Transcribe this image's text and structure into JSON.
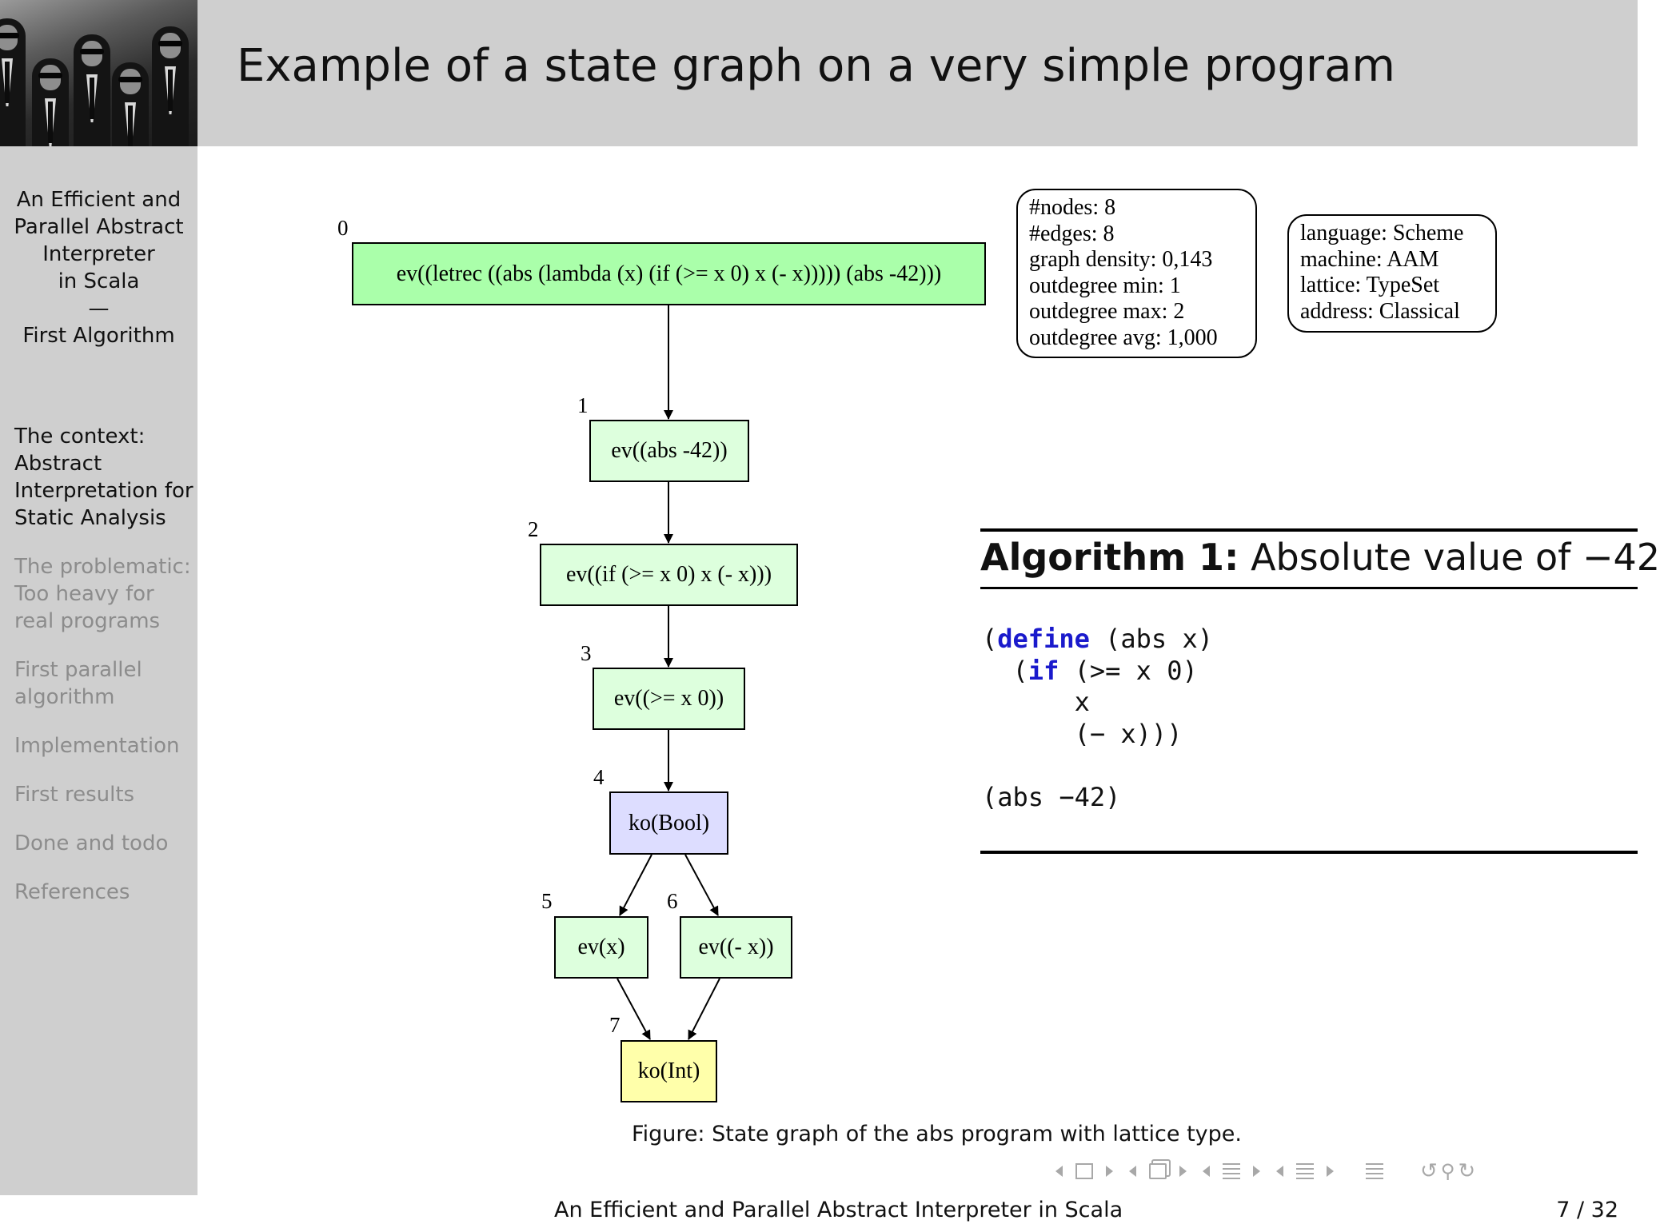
{
  "header": {
    "title": "Example of a state graph on a very simple program",
    "photo": "men-in-black-suits-photo"
  },
  "sidebar": {
    "title_lines": [
      "An Efficient and",
      "Parallel Abstract",
      "Interpreter",
      "in Scala",
      "—",
      "First Algorithm"
    ],
    "nav": [
      {
        "label": "The context: Abstract Interpretation for Static Analysis",
        "active": true
      },
      {
        "label": "The problematic: Too heavy for real programs",
        "active": false
      },
      {
        "label": "First parallel algorithm",
        "active": false
      },
      {
        "label": "Implementation",
        "active": false
      },
      {
        "label": "First results",
        "active": false
      },
      {
        "label": "Done and todo",
        "active": false
      },
      {
        "label": "References",
        "active": false
      }
    ]
  },
  "graph": {
    "nodes": [
      {
        "id": "0",
        "label": "ev((letrec ((abs (lambda (x) (if (>= x 0) x (- x))))) (abs -42)))",
        "color": "#aaffaa"
      },
      {
        "id": "1",
        "label": "ev((abs -42))",
        "color": "#ddffdd"
      },
      {
        "id": "2",
        "label": "ev((if (>= x 0) x (- x)))",
        "color": "#ddffdd"
      },
      {
        "id": "3",
        "label": "ev((>= x 0))",
        "color": "#ddffdd"
      },
      {
        "id": "4",
        "label": "ko(Bool)",
        "color": "#ddddff"
      },
      {
        "id": "5",
        "label": "ev(x)",
        "color": "#ddffdd"
      },
      {
        "id": "6",
        "label": "ev((- x))",
        "color": "#ddffdd"
      },
      {
        "id": "7",
        "label": "ko(Int)",
        "color": "#ffffaa"
      }
    ],
    "edges": [
      [
        "0",
        "1"
      ],
      [
        "1",
        "2"
      ],
      [
        "2",
        "3"
      ],
      [
        "3",
        "4"
      ],
      [
        "4",
        "5"
      ],
      [
        "4",
        "6"
      ],
      [
        "5",
        "7"
      ],
      [
        "6",
        "7"
      ]
    ],
    "stats": [
      "#nodes: 8",
      "#edges: 8",
      "graph density: 0,143",
      "outdegree min: 1",
      "outdegree max: 2",
      "outdegree avg: 1,000"
    ],
    "config": [
      "language: Scheme",
      "machine: AAM",
      "lattice: TypeSet",
      "address: Classical"
    ]
  },
  "algorithm": {
    "label": "Algorithm 1:",
    "title": "Absolute value of −42",
    "code": {
      "l1_open": "(",
      "l1_kw": "define",
      "l1_rest": " (abs x)",
      "l2_open": "  (",
      "l2_kw": "if",
      "l2_rest": " (>= x 0)",
      "l3": "      x",
      "l4": "      (− x)))",
      "l5": "",
      "l6": "(abs −42)"
    }
  },
  "caption": "Figure: State graph of the abs program with lattice type.",
  "footer": {
    "title": "An Efficient and Parallel Abstract Interpreter in Scala",
    "page": "7 / 32"
  },
  "colors": {
    "band": "#cfcfcf",
    "keyword": "#1a1acc"
  }
}
